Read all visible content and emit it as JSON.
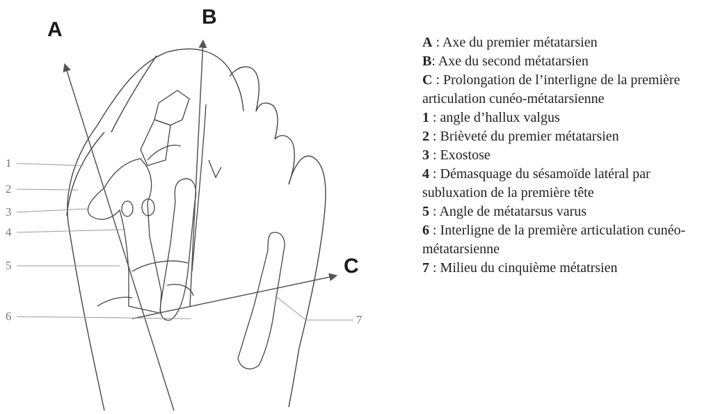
{
  "figure": {
    "axis_labels": {
      "a": "A",
      "b": "B",
      "c": "C"
    },
    "numbers": [
      "1",
      "2",
      "3",
      "4",
      "5",
      "6",
      "7"
    ]
  },
  "legend": [
    {
      "key": "A",
      "text": " : Axe du premier métatarsien"
    },
    {
      "key": "B",
      "text": ": Axe du second métatarsien"
    },
    {
      "key": "C",
      "text": " : Prolongation de l’interligne de la première articulation cunéo-métatarsienne"
    },
    {
      "key": "1",
      "text": " : angle d’hallux valgus"
    },
    {
      "key": "2",
      "text": " : Brièveté du premier métatarsien"
    },
    {
      "key": "3",
      "text": " : Exostose"
    },
    {
      "key": "4",
      "text": " : Démasquage du sésamoïde latéral par subluxation de la première tête"
    },
    {
      "key": "5",
      "text": " : Angle de métatarsus varus"
    },
    {
      "key": "6",
      "text": " : Interligne de la première articulation cunéo-métatarsienne"
    },
    {
      "key": "7",
      "text": " : Milieu du cinquième métatrsien"
    }
  ]
}
